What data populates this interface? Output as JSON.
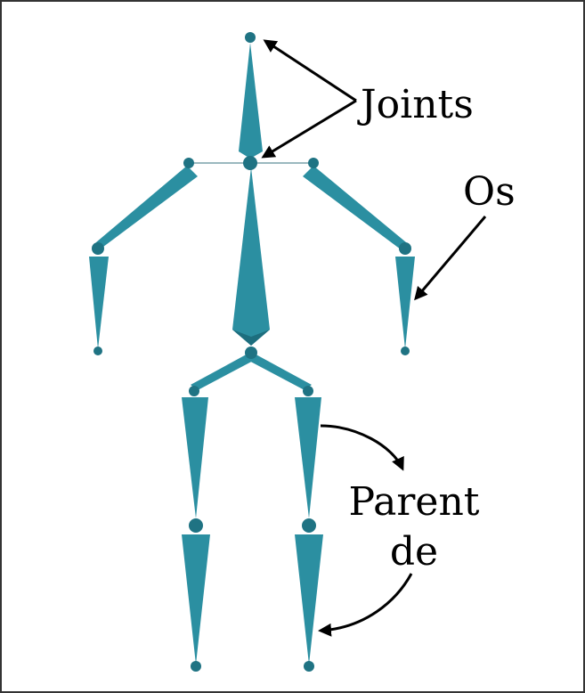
{
  "labels": {
    "joints": "Joints",
    "bones": "Os",
    "parent_line1": "Parent",
    "parent_line2": "de"
  },
  "colors": {
    "bone": "#2b8fa1",
    "bone_dark": "#1d6e7e",
    "joint": "#1f7383",
    "arrow": "#000000",
    "frame": "#333333",
    "background": "#ffffff"
  }
}
